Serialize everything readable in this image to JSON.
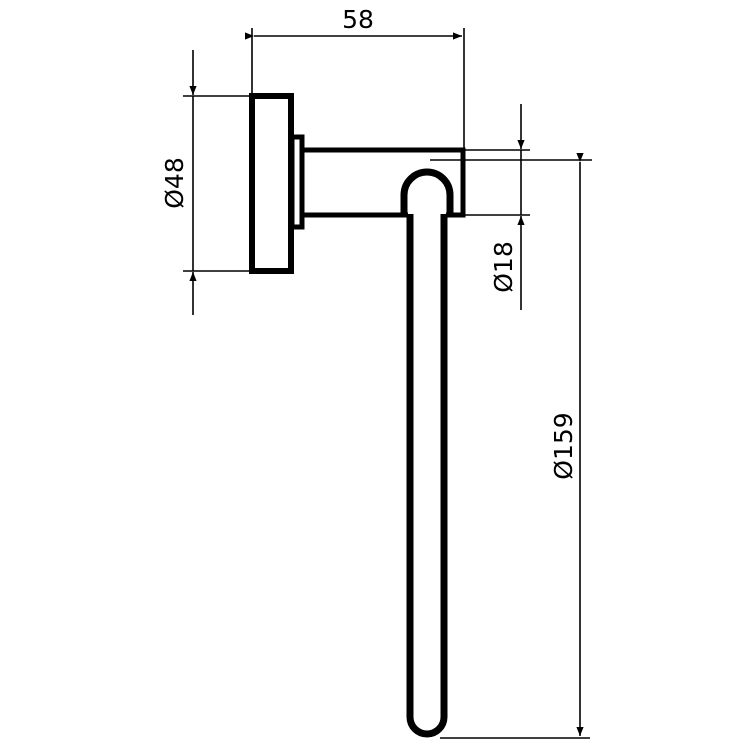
{
  "dimensions": {
    "depth": "58",
    "plate_diameter": "Ø48",
    "rod_diameter": "Ø18",
    "ring_diameter": "Ø159"
  },
  "colors": {
    "line": "#000000",
    "background": "#ffffff"
  }
}
